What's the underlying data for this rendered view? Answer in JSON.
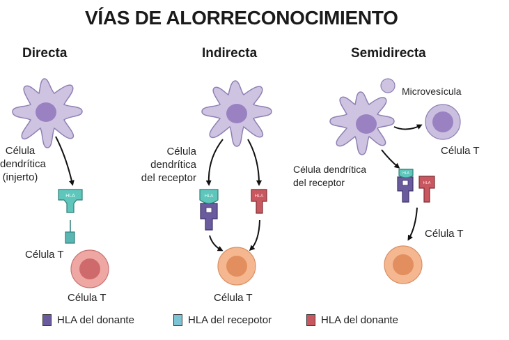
{
  "title": "VÍAS DE ALORRECONOCIMIENTO",
  "sections": {
    "direct": {
      "heading": "Directa",
      "dendritic_label_lines": [
        "Célula",
        "dendrítica",
        "(injerto)"
      ],
      "hla_tag": "HLA",
      "tcell_receptor_label": "Célula T",
      "tcell_label": "Célula T"
    },
    "indirect": {
      "heading": "Indirecta",
      "dendritic_label_lines": [
        "Célula",
        "dendrítica",
        "del receptor"
      ],
      "hla_tag_left": "HLA",
      "hla_tag_right": "HLA",
      "tcell_label": "Célula T"
    },
    "semidirect": {
      "heading": "Semidirecta",
      "microvesicle_label": "Microvesícula",
      "tcell_top_label": "Célula T",
      "dendritic_label_lines": [
        "Célula dendrítica",
        "del receptor"
      ],
      "hla_tag_left": "HLA",
      "hla_tag_right": "HLA",
      "tcell_bottom_label": "Célula T"
    }
  },
  "legend": [
    {
      "label": "HLA del donante",
      "color": "#6a5a9e"
    },
    {
      "label": "HLA del recepotor",
      "color": "#7cc3d6"
    },
    {
      "label": "HLA del donante",
      "color": "#c9575f"
    }
  ],
  "colors": {
    "dendritic_body": "#cfc3e2",
    "dendritic_outline": "#8e80b3",
    "dendritic_nucleus": "#9a82c2",
    "teal_hla": "#5fc6bc",
    "teal_outline": "#2f7e79",
    "purple_hla": "#6a5a9e",
    "red_hla": "#c9575f",
    "tcell_red_outer": "#eea7a2",
    "tcell_red_inner": "#cf6a6c",
    "tcell_orange_outer": "#f4b790",
    "tcell_orange_inner": "#e38e5f",
    "tcell_purple_outer": "#cbbfe0",
    "tcell_purple_inner": "#9a82c2"
  }
}
